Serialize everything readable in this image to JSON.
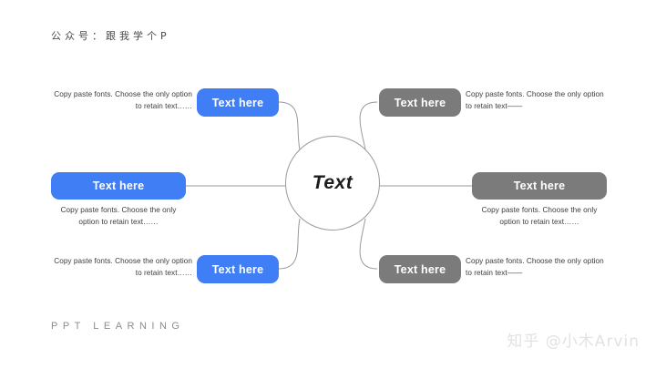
{
  "header": {
    "title": "公众号：跟我学个P"
  },
  "footer": {
    "brand": "PPT LEARNING",
    "watermark": "知乎 @小木Arvin"
  },
  "colors": {
    "accent_blue": "#3f7ef5",
    "accent_gray": "#7b7b7b",
    "connector": "#9a9a9a",
    "body_text": "#3c3c3c",
    "watermark": "#e2e2e2"
  },
  "hub": {
    "label": "Text"
  },
  "nodes": [
    {
      "id": "top-left",
      "side": "left",
      "color": "blue",
      "pill_label": "Text here",
      "description": "Copy paste fonts. Choose the only option to retain text……"
    },
    {
      "id": "middle-left",
      "side": "left",
      "color": "blue",
      "pill_label": "Text here",
      "description": "Copy paste fonts. Choose the only option to retain text……"
    },
    {
      "id": "bottom-left",
      "side": "left",
      "color": "blue",
      "pill_label": "Text here",
      "description": "Copy paste fonts. Choose the only option to retain text……"
    },
    {
      "id": "top-right",
      "side": "right",
      "color": "gray",
      "pill_label": "Text here",
      "description": "Copy paste fonts. Choose the only option to retain text——"
    },
    {
      "id": "middle-right",
      "side": "right",
      "color": "gray",
      "pill_label": "Text here",
      "description": "Copy paste fonts. Choose the only option to retain text……"
    },
    {
      "id": "bottom-right",
      "side": "right",
      "color": "gray",
      "pill_label": "Text here",
      "description": "Copy paste fonts. Choose the only option to retain text——"
    }
  ]
}
